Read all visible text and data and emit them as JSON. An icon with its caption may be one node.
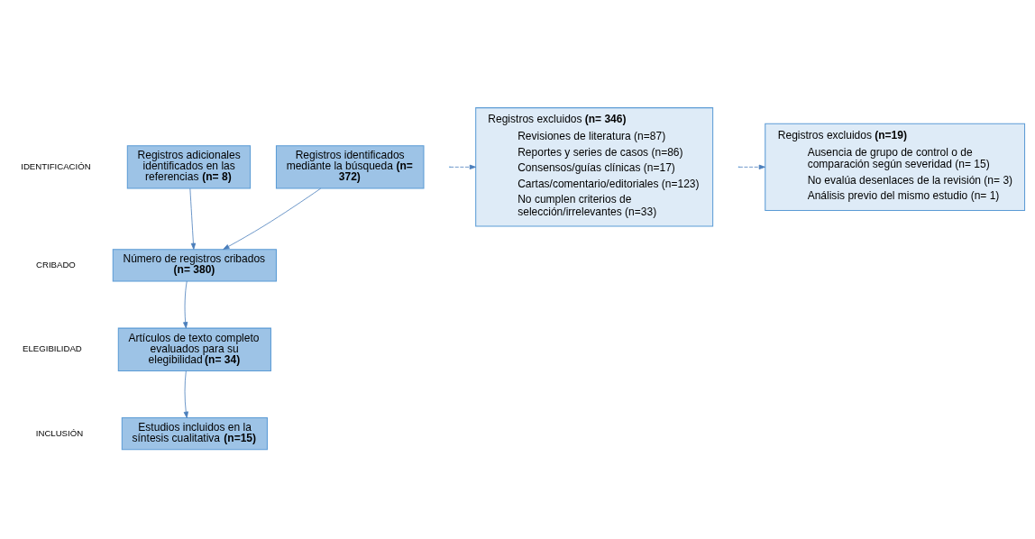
{
  "diagram": {
    "nodes": [
      {
        "text": [
          "Registros identificados mediante la búsqueda **(n= 372)**"
        ]
      },
      {
        "text": [
          "Registros adicionales identificados en las referencias **(n= 8)**"
        ]
      },
      {
        "text": [
          "Número de registros cribados **(n= 380)**"
        ]
      },
      {
        "text": [
          "Registros excluidos **(n= 346)**",
          "Revisiones de literatura (n=87)",
          "Reportes y series de casos (n=86)",
          "Consensos/guías clínicas (n=17)",
          "Cartas/comentario/editoriales (n=123)",
          "No cumplen criterios de selección/irrelevantes (n=33)"
        ]
      },
      {
        "text": [
          "Artículos de texto completo evaluados para su elegibilidad **(n= 34)**"
        ]
      },
      {
        "text": [
          "Registros excluidos **(n=19)**",
          "Ausencia de grupo de control o de comparación según severidad (n= 15)",
          "No evalúa desenlaces de la revisión (n= 3)",
          "Análisis previo del mismo estudio (n= 1)"
        ]
      },
      {
        "text": [
          "Estudios incluidos en la síntesis cualitativa **(n=15)**"
        ]
      }
    ],
    "edges": [
      {
        "from": 0,
        "to": 2,
        "arrow": "to"
      },
      {
        "from": 1,
        "to": 2,
        "arrow": "to"
      },
      {
        "from": 2,
        "to": 4,
        "arrow": "to"
      },
      {
        "from": null,
        "to": 3,
        "arrow": "to",
        "style": "dashed"
      },
      {
        "from": 4,
        "to": 6,
        "arrow": "to"
      },
      {
        "from": null,
        "to": 5,
        "arrow": "to",
        "style": "dashed"
      }
    ],
    "labels": [
      "IDENTIFICACIÓN",
      "CRIBADO",
      "ELEGIBILIDAD",
      "INCLUSIÓN"
    ]
  }
}
